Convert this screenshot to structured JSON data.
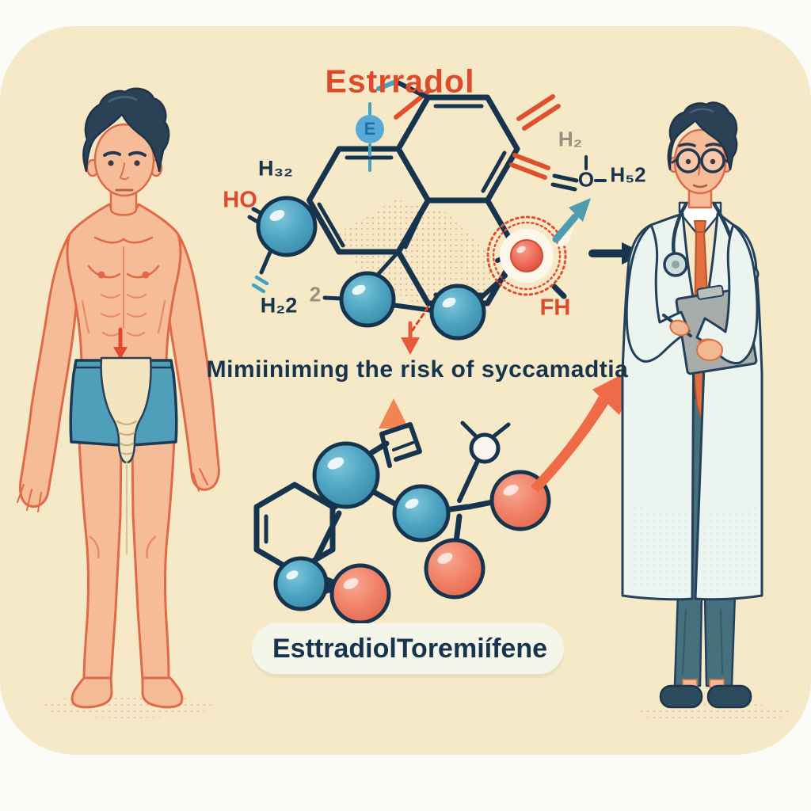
{
  "panel": {
    "outer_background": "#fbfcf8",
    "beige_panel": "#f5e9c7"
  },
  "title": {
    "text": "Estrradol"
  },
  "estradiol_labels": {
    "node_e": "E",
    "h32": "H₃₂",
    "ho": "HO",
    "h22": "H₂2",
    "two": "2",
    "h2": "H₂",
    "o": "O",
    "h52": "H₅2",
    "fh": "FH"
  },
  "caption": {
    "text": "Mimiiniming the risk  of syccamadtia"
  },
  "legend": {
    "estradiol_label": "Esttradiol",
    "toremifene_label": "Toremiífene"
  },
  "colors": {
    "accent_red": "#de4a2c",
    "navy": "#17344f",
    "atom_blue": "#4da4c2",
    "atom_salmon": "#f08268",
    "teal": "#4f9cb0",
    "orange_arrow": "#ef6a46",
    "beige_panel": "#f5e9c7",
    "outer_background": "#fbfcf8",
    "coat_white": "#ebf4ef",
    "skin": "#f6bc98",
    "shorts_blue": "#4f9eba",
    "trousers_slate": "#47707f",
    "tie_orange": "#e2703f"
  }
}
